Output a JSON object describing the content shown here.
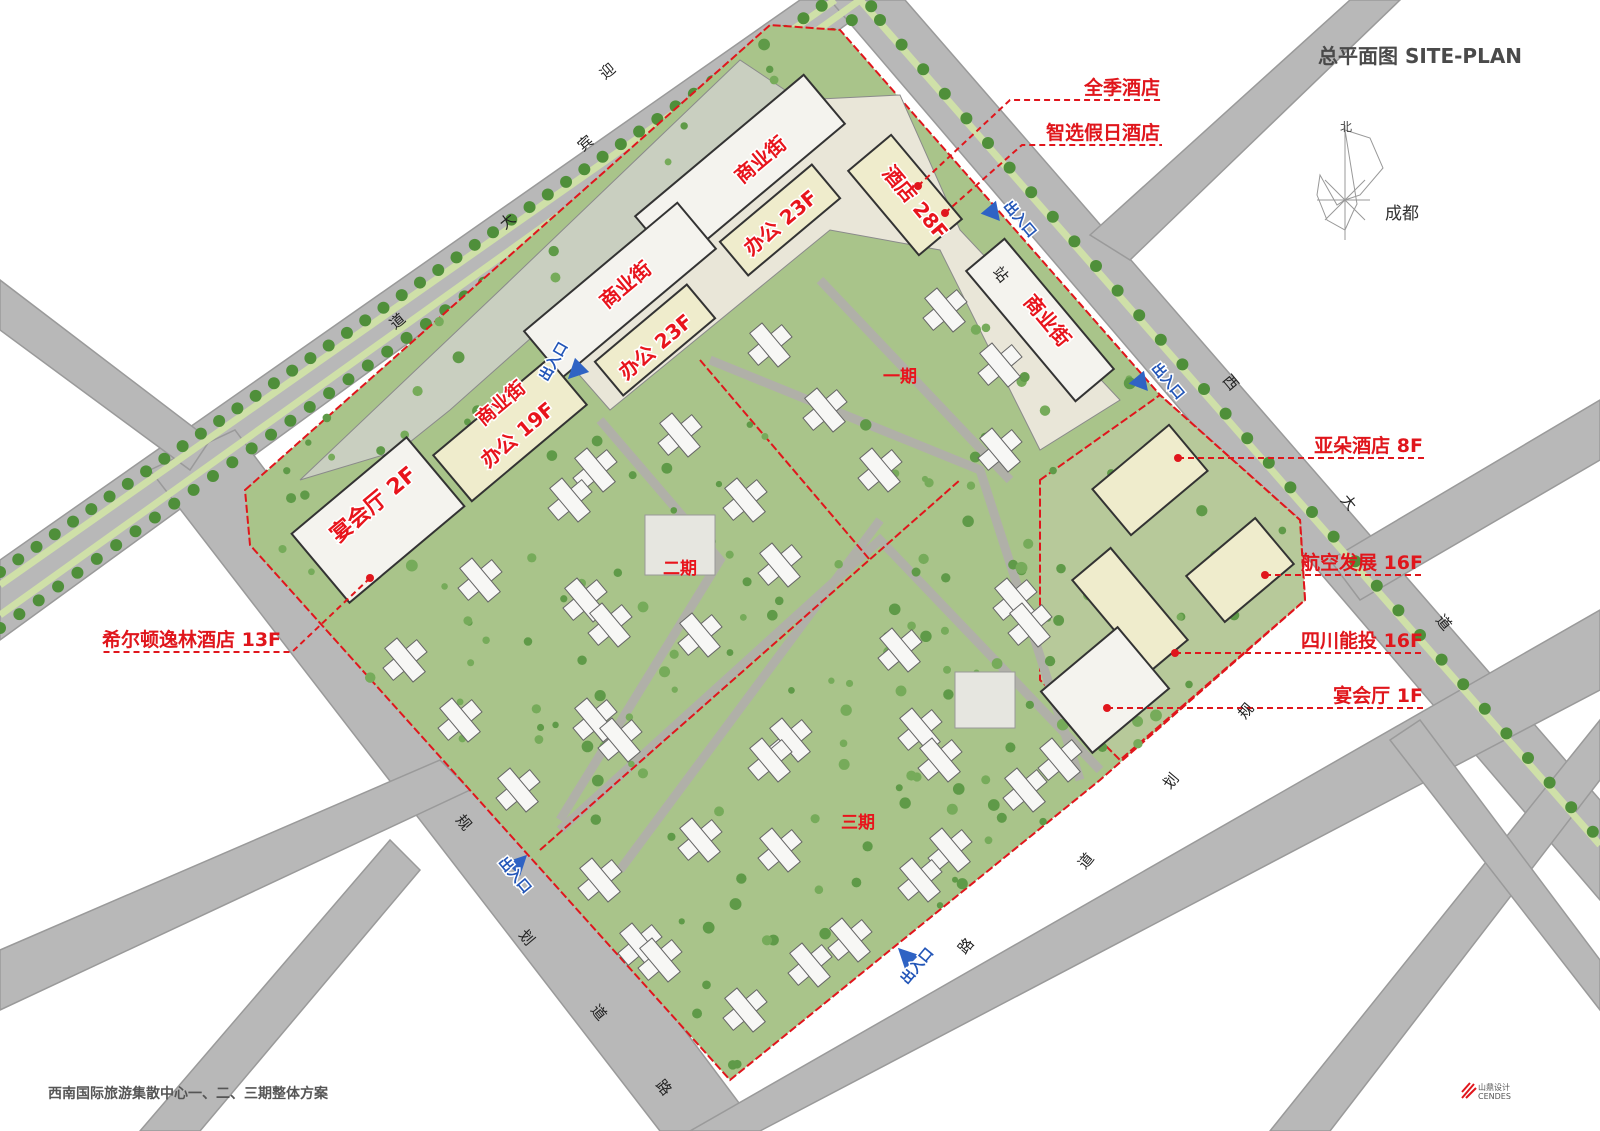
{
  "header": {
    "title": "总平面图 SITE-PLAN"
  },
  "compass": {
    "north_label": "北",
    "city_label": "成都"
  },
  "footer": {
    "project_name": "西南国际旅游集散中心一、二、三期整体方案",
    "logo_text": "山鼎设计 CENDES"
  },
  "roads": {
    "northwest_road": [
      "迎",
      "宾",
      "大",
      "道"
    ],
    "northeast_road": [
      "站",
      "西",
      "大",
      "道"
    ],
    "southwest_road": [
      "规",
      "划",
      "道",
      "路"
    ],
    "southeast_road": [
      "规",
      "划",
      "道",
      "路"
    ]
  },
  "phases": {
    "phase1": "一期",
    "phase2": "二期",
    "phase3": "三期"
  },
  "building_labels": {
    "retail_north_1": "商业街",
    "retail_north_2": "商业街",
    "office_23f_1": "办公 23F",
    "office_23f_2": "办公 23F",
    "hotel_28f": "酒店 28F",
    "retail_east": "商业街",
    "retail_west": "商业街",
    "office_19f": "办公 19F",
    "banquet_2f": "宴会厅 2F"
  },
  "callouts": {
    "ji_hotel": "全季酒店",
    "holiday_inn_express": "智选假日酒店",
    "atour_hotel": "亚朵酒店 8F",
    "aviation_dev": "航空发展 16F",
    "sichuan_energy": "四川能投 16F",
    "banquet_1f": "宴会厅 1F",
    "doubletree_hilton": "希尔顿逸林酒店 13F"
  },
  "entrance_label": "出入口",
  "colors": {
    "label_red": "#e8141c",
    "entrance_blue": "#2f63c4",
    "grass": "#a9c48a",
    "road": "#b9b9b9",
    "boundary": "#e0161c"
  }
}
